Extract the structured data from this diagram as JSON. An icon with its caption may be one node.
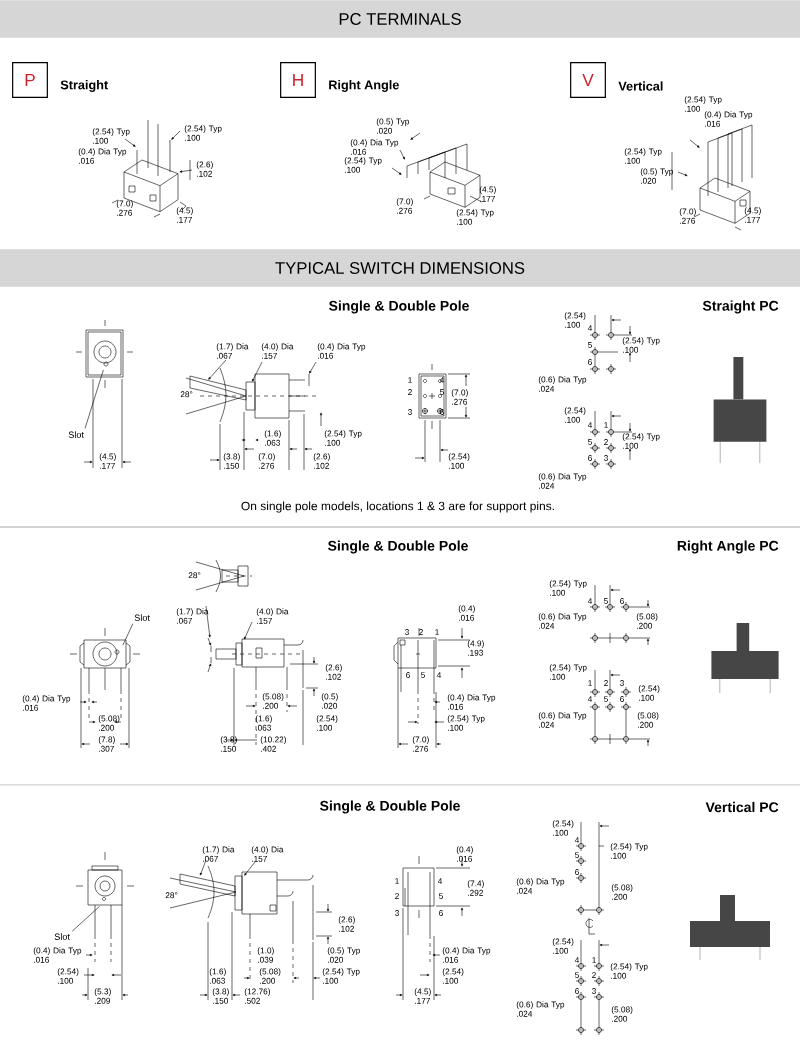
{
  "diagram": {
    "nodes": [
      {
        "text": [
          "PC TERMINALS"
        ]
      },
      {
        "text": [
          "P"
        ],
        "beside": [
          "Straight"
        ]
      },
      {
        "text": [
          "H"
        ],
        "beside": [
          "Right Angle"
        ]
      },
      {
        "text": [
          "V"
        ],
        "beside": [
          "Vertical"
        ]
      },
      {
        "text": [
          "TYPICAL SWITCH DIMENSIONS"
        ]
      },
      {
        "text": [
          "Slot"
        ]
      },
      {
        "text": [
          "Slot"
        ]
      },
      {
        "text": [
          "Slot"
        ]
      }
    ],
    "edges": [
      {
        "from": 5,
        "to": null,
        "arrow": "none"
      },
      {
        "from": 6,
        "to": null,
        "arrow": "none"
      },
      {
        "from": 7,
        "to": null,
        "arrow": "none"
      }
    ],
    "labels": [
      "(2.54) Typ .100",
      "(2.54) Typ .100",
      "(0.4) Dia Typ .016",
      "(2.6) .102",
      "(7.0) .276",
      "(4.5) .177",
      "(0.5) Typ .020",
      "(0.4) Dia Typ .016",
      "(2.54) Typ .100",
      "(4.5) .177",
      "(7.0) .276",
      "(2.54) Typ .100",
      "(2.54) Typ .100",
      "(0.4) Dia Typ .016",
      "(2.54) Typ .100",
      "(0.5) Typ .020",
      "(7.0) .276",
      "(4.5) .177",
      "Single & Double Pole",
      "Straight PC",
      "(1.7) Dia .067",
      "(4.0) Dia .157",
      "(0.4) Dia Typ .016",
      "28°",
      "(1.6) .063",
      "(2.54) Typ .100",
      "(4.5) .177",
      "(3.8) .150",
      "(7.0) .276",
      "(2.6) .102",
      "1",
      "4",
      "2",
      "5",
      "(7.0) .276",
      "3",
      "6",
      "(2.54) .100",
      "(2.54) .100",
      "4",
      "(2.54) Typ .100",
      "5",
      "6",
      "(0.6) Dia Typ .024",
      "(2.54) .100",
      "4",
      "1",
      "(2.54) Typ .100",
      "5",
      "2",
      "6",
      "3",
      "(0.6) Dia Typ .024",
      "On single pole models, locations 1 & 3 are for support pins.",
      "Single & Double Pole",
      "Right Angle PC",
      "28°",
      "(1.7) Dia .067",
      "(4.0) Dia .157",
      "(0.4) .016",
      "3",
      "2",
      "1",
      "(4.9) .193",
      "(2.6) .102",
      "6",
      "5",
      "4",
      "(0.4) Dia Typ .016",
      "(5.08) .200",
      "(0.5) .020",
      "(0.4) Dia Typ .016",
      "(5.08) .200",
      "(1.6) .063",
      "(2.54) .100",
      "(2.54) Typ .100",
      "(7.8) .307",
      "(3.8) .150",
      "(10.22) .402",
      "(7.0) .276",
      "(2.54) Typ .100",
      "4",
      "5",
      "6",
      "(0.6) Dia Typ .024",
      "(5.08) .200",
      "(2.54) Typ .100",
      "1",
      "2",
      "3",
      "(2.54) .100",
      "4",
      "5",
      "6",
      "(0.6) Dia Typ .024",
      "(5.08) .200",
      "Single & Double Pole",
      "Vertical PC",
      "(1.7) Dia .067",
      "(4.0) Dia .157",
      "(0.4) .016",
      "28°",
      "1",
      "4",
      "(7.4) .292",
      "2",
      "5",
      "3",
      "6",
      "(2.6) .102",
      "(0.4) Dia Typ .016",
      "(1.0) .039",
      "(0.5) Typ .020",
      "(0.4) Dia Typ .016",
      "(2.54) .100",
      "(1.6) .063",
      "(5.08) .200",
      "(2.54) Typ .100",
      "(2.54) .100",
      "(5.3) .209",
      "(3.8) .150",
      "(12.76) .502",
      "(4.5) .177",
      "(2.54) .100",
      "4",
      "(2.54) Typ .100",
      "5",
      "6",
      "(0.6) Dia Typ .024",
      "(5.08) .200",
      "(2.54) .100",
      "4",
      "1",
      "(2.54) Typ .100",
      "5",
      "2",
      "6",
      "3",
      "(0.6) Dia Typ .024",
      "(5.08) .200"
    ]
  }
}
